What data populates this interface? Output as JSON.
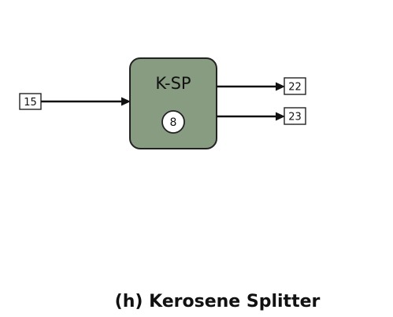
{
  "unit": {
    "label": "K-SP",
    "id": "8",
    "fill_color": "#889c82"
  },
  "streams": {
    "inlet": "15",
    "outlet_top": "22",
    "outlet_bottom": "23"
  },
  "caption": "(h) Kerosene Splitter"
}
